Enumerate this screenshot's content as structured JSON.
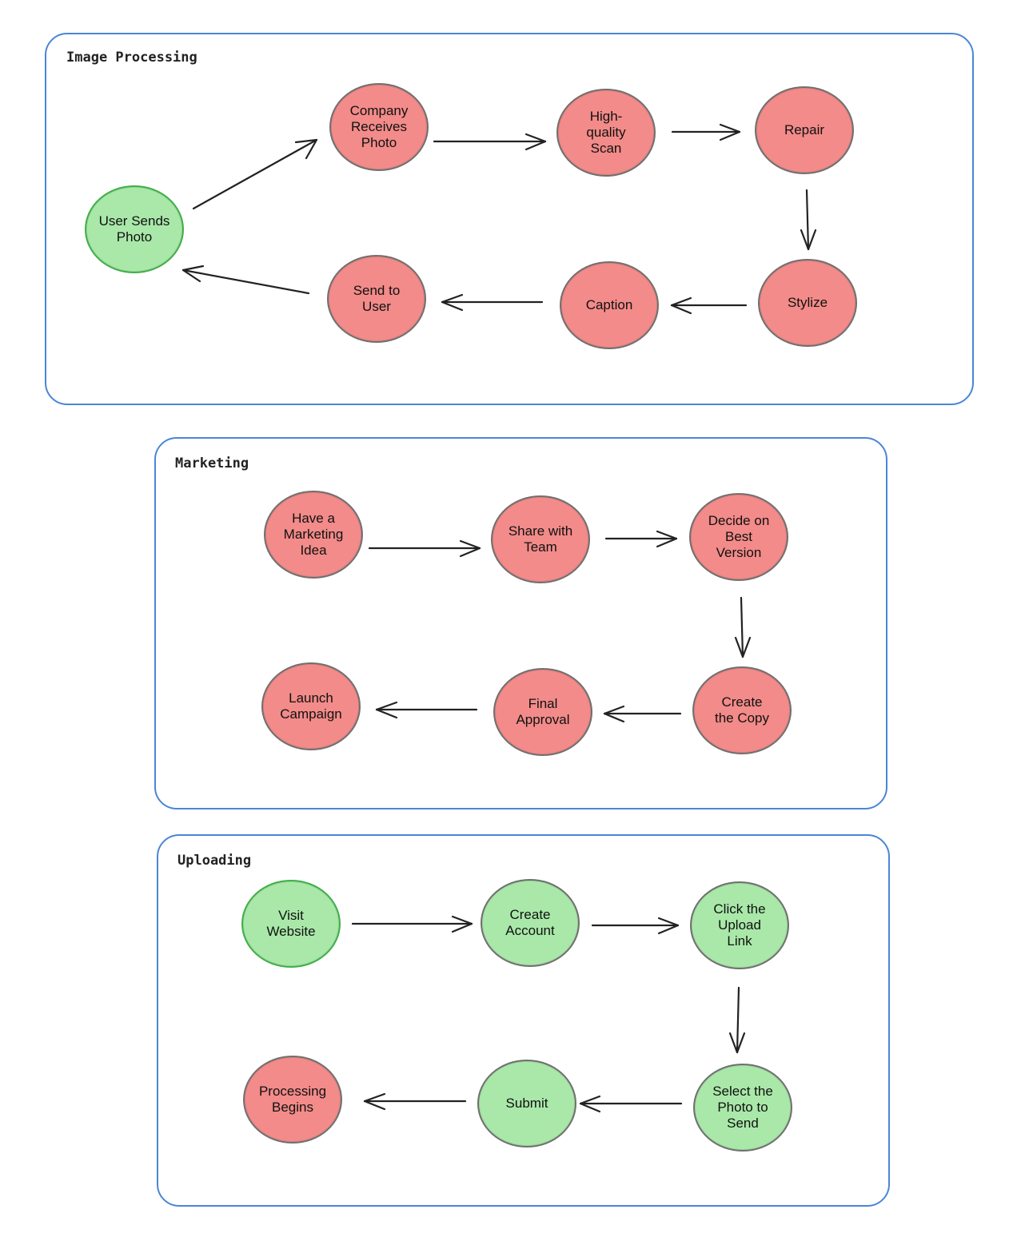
{
  "panels": [
    {
      "title": "Image Processing",
      "nodes": [
        {
          "id": "user",
          "label": "User Sends Photo",
          "color": "green",
          "accent": "dark"
        },
        {
          "id": "company",
          "label": "Company Receives Photo",
          "color": "red"
        },
        {
          "id": "scan",
          "label": "High-quality Scan",
          "color": "red"
        },
        {
          "id": "repair",
          "label": "Repair",
          "color": "red"
        },
        {
          "id": "stylize",
          "label": "Stylize",
          "color": "red"
        },
        {
          "id": "caption",
          "label": "Caption",
          "color": "red"
        },
        {
          "id": "send",
          "label": "Send to User",
          "color": "red"
        }
      ],
      "edges": [
        [
          "user",
          "company"
        ],
        [
          "company",
          "scan"
        ],
        [
          "scan",
          "repair"
        ],
        [
          "repair",
          "stylize"
        ],
        [
          "stylize",
          "caption"
        ],
        [
          "caption",
          "send"
        ],
        [
          "send",
          "user"
        ]
      ]
    },
    {
      "title": "Marketing",
      "nodes": [
        {
          "id": "idea",
          "label": "Have a Marketing Idea",
          "color": "red"
        },
        {
          "id": "share",
          "label": "Share with Team",
          "color": "red"
        },
        {
          "id": "decide",
          "label": "Decide on Best Version",
          "color": "red"
        },
        {
          "id": "copy",
          "label": "Create the Copy",
          "color": "red"
        },
        {
          "id": "final",
          "label": "Final Approval",
          "color": "red"
        },
        {
          "id": "launch",
          "label": "Launch Campaign",
          "color": "red"
        }
      ],
      "edges": [
        [
          "idea",
          "share"
        ],
        [
          "share",
          "decide"
        ],
        [
          "decide",
          "copy"
        ],
        [
          "copy",
          "final"
        ],
        [
          "final",
          "launch"
        ]
      ]
    },
    {
      "title": "Uploading",
      "nodes": [
        {
          "id": "visit",
          "label": "Visit Website",
          "color": "green",
          "accent": "dark"
        },
        {
          "id": "account",
          "label": "Create Account",
          "color": "green"
        },
        {
          "id": "click",
          "label": "Click the Upload Link",
          "color": "green"
        },
        {
          "id": "select",
          "label": "Select the Photo to Send",
          "color": "green"
        },
        {
          "id": "submit",
          "label": "Submit",
          "color": "green"
        },
        {
          "id": "processing",
          "label": "Processing Begins",
          "color": "red"
        }
      ],
      "edges": [
        [
          "visit",
          "account"
        ],
        [
          "account",
          "click"
        ],
        [
          "click",
          "select"
        ],
        [
          "select",
          "submit"
        ],
        [
          "submit",
          "processing"
        ]
      ]
    }
  ]
}
